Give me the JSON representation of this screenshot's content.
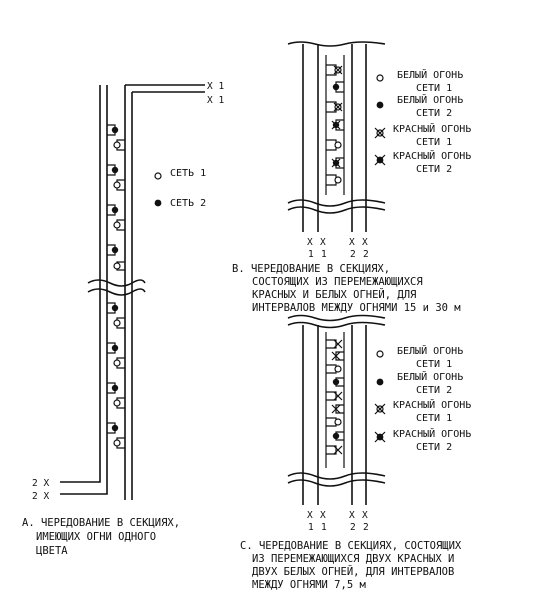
{
  "diagram_a": {
    "caption_lines": [
      "А. ЧЕРЕДОВАНИЕ В СЕКЦИЯХ,",
      "ИМЕЮЩИХ ОГНИ ОДНОГО",
      "ЦВЕТА"
    ],
    "legend": [
      {
        "symbol": "open-circle",
        "text": "СЕТЬ 1"
      },
      {
        "symbol": "filled-circle",
        "text": "СЕТЬ 2"
      }
    ],
    "terminals_top": [
      "X 1",
      "X 1"
    ],
    "terminals_bottom": [
      "2 X",
      "2 X"
    ]
  },
  "diagram_b": {
    "caption_lines": [
      "В. ЧЕРЕДОВАНИЕ В СЕКЦИЯХ,",
      "СОСТОЯЩИХ ИЗ ПЕРЕМЕЖАЮЩИХСЯ",
      "КРАСНЫХ И БЕЛЫХ ОГНЕЙ, ДЛЯ",
      "ИНТЕРВАЛОВ МЕЖДУ ОГНЯМИ 15 и 30 м"
    ],
    "legend": [
      {
        "symbol": "open-circle",
        "line1": "БЕЛЫЙ ОГОНЬ",
        "line2": "СЕТИ 1"
      },
      {
        "symbol": "filled-circle",
        "line1": "БЕЛЫЙ ОГОНЬ",
        "line2": "СЕТИ 2"
      },
      {
        "symbol": "crossed-open-circle",
        "line1": "КРАСНЫЙ ОГОНЬ",
        "line2": "СЕТИ 1"
      },
      {
        "symbol": "crossed-filled-circle",
        "line1": "КРАСНЫЙ ОГОНЬ",
        "line2": "СЕТИ 2"
      }
    ],
    "terminal_x": [
      "X",
      "X",
      "X",
      "X"
    ],
    "terminal_num": [
      "1",
      "1",
      "2",
      "2"
    ]
  },
  "diagram_c": {
    "caption_lines": [
      "С. ЧЕРЕДОВАНИЕ В СЕКЦИЯХ, СОСТОЯЩИХ",
      "ИЗ ПЕРЕМЕЖАЮЩИХСЯ ДВУХ КРАСНЫХ И",
      "ДВУХ БЕЛЫХ ОГНЕЙ, ДЛЯ ИНТЕРВАЛОВ",
      "МЕЖДУ ОГНЯМИ 7,5 м"
    ],
    "legend": [
      {
        "symbol": "open-circle",
        "line1": "БЕЛЫЙ ОГОНЬ",
        "line2": "СЕТИ 1"
      },
      {
        "symbol": "filled-circle",
        "line1": "БЕЛЫЙ ОГОНЬ",
        "line2": "СЕТИ 2"
      },
      {
        "symbol": "crossed-open-circle",
        "line1": "КРАСНЫЙ ОГОНЬ",
        "line2": "СЕТИ 1"
      },
      {
        "symbol": "crossed-filled-circle",
        "line1": "КРАСНЫЙ ОГОНЬ",
        "line2": "СЕТИ 2"
      }
    ],
    "terminal_x": [
      "X",
      "X",
      "X",
      "X"
    ],
    "terminal_num": [
      "1",
      "1",
      "2",
      "2"
    ]
  }
}
